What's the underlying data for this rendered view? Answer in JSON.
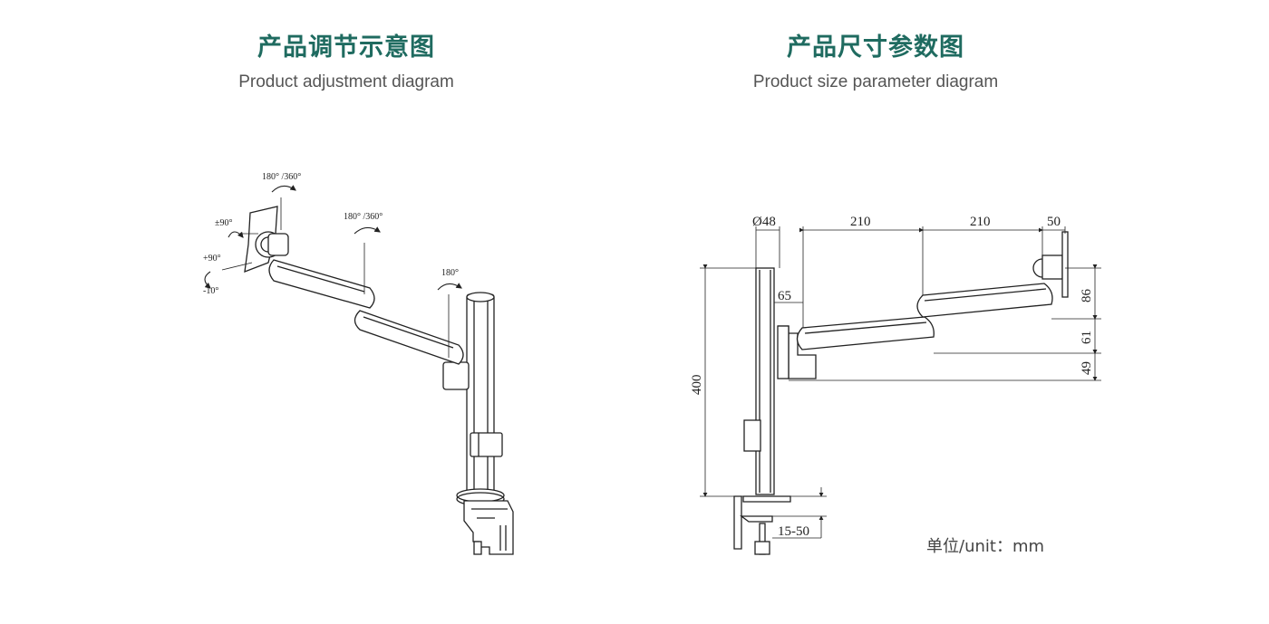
{
  "left_panel": {
    "title_cn": "产品调节示意图",
    "title_en": "Product adjustment diagram",
    "rotation_labels": {
      "top_head": "180° /360°",
      "tilt_side": "±90°",
      "tilt_up": "+90°",
      "tilt_down": "-10°",
      "mid_arm": "180° /360°",
      "base_arm": "180°"
    }
  },
  "right_panel": {
    "title_cn": "产品尺寸参数图",
    "title_en": "Product size parameter diagram",
    "dimensions": {
      "pole_diameter": "Ø48",
      "arm_1": "210",
      "arm_2": "210",
      "head_depth": "50",
      "offset": "65",
      "height_1": "86",
      "height_2": "61",
      "height_3": "49",
      "pole_height": "400",
      "clamp_range": "15-50"
    },
    "unit_label": "单位/unit：mm"
  },
  "colors": {
    "title": "#1f6b60",
    "subtitle": "#555555",
    "line": "#222222"
  }
}
